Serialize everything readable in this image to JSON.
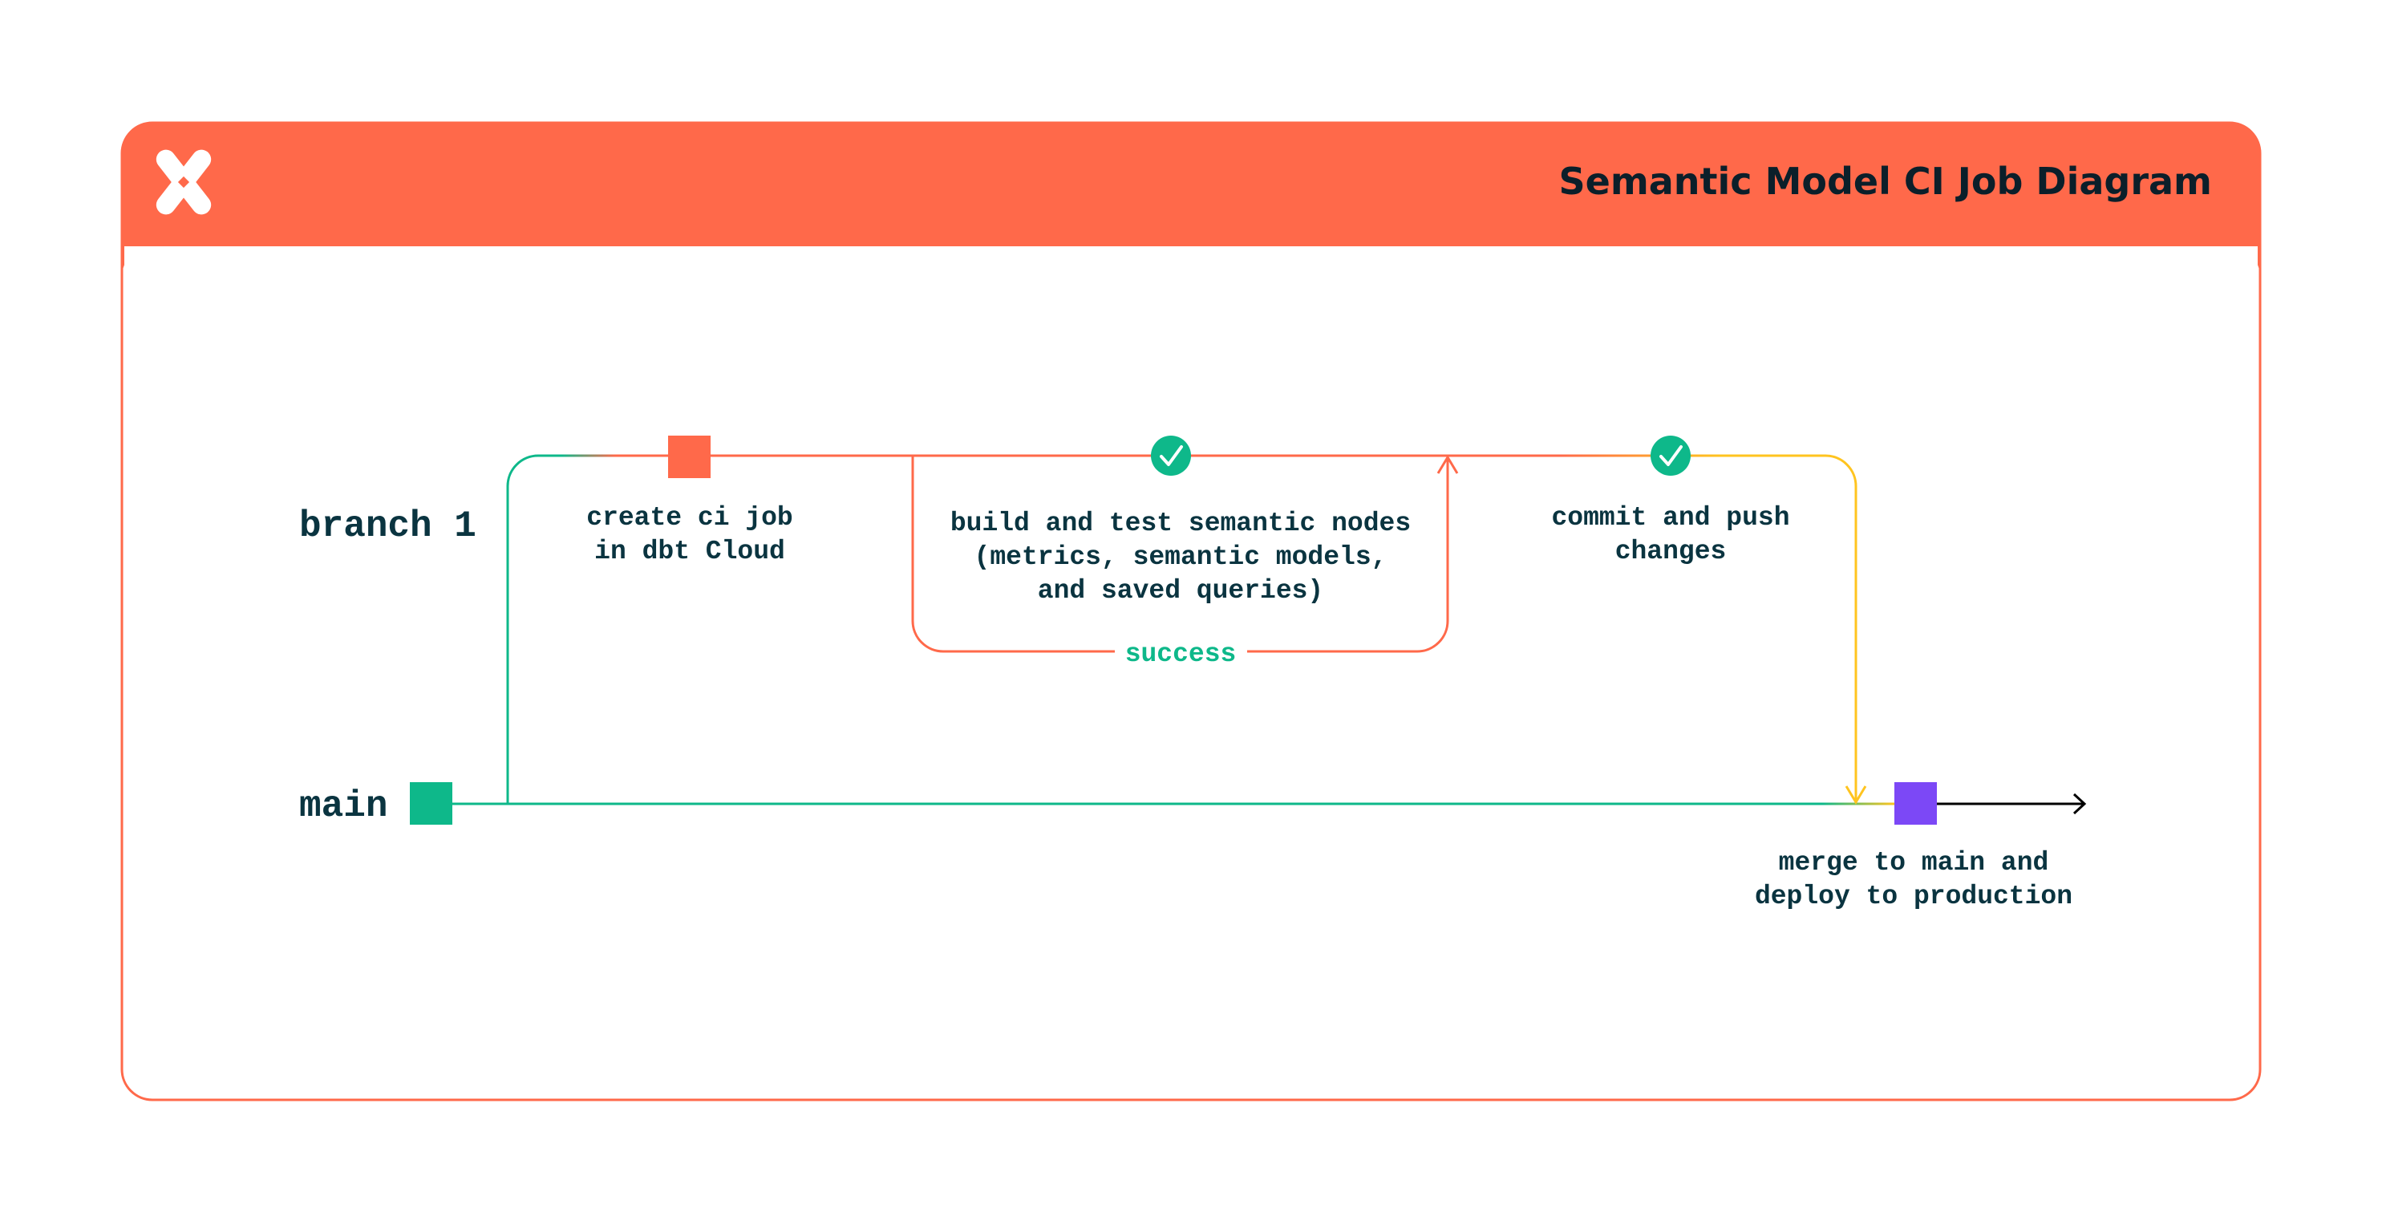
{
  "header": {
    "title": "Semantic Model CI Job Diagram",
    "logo_icon": "dbt-logo-icon"
  },
  "colors": {
    "brand": "#ff694a",
    "main_branch": "#0eb88a",
    "merge": "#7c48f6",
    "push": "#ffc41f",
    "text": "#0a3440"
  },
  "lanes": {
    "branch": "branch 1",
    "main": "main"
  },
  "steps": {
    "create": [
      "create ci job",
      "in dbt Cloud"
    ],
    "build": [
      "build and test semantic nodes",
      "(metrics, semantic models,",
      "and saved queries)"
    ],
    "success": "success",
    "commit": [
      "commit and push",
      "changes"
    ],
    "merge": [
      "merge to main and",
      "deploy to production"
    ]
  }
}
